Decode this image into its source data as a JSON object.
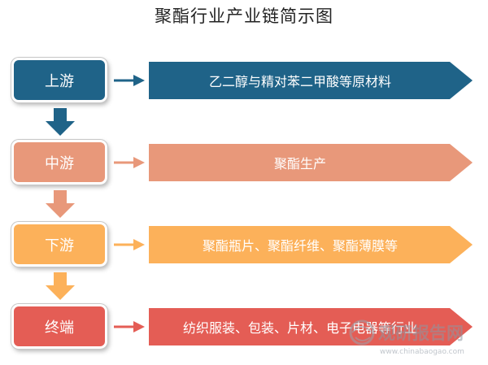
{
  "title": "聚酯行业产业链简示图",
  "stages": [
    {
      "label": "上游",
      "color": "#1f6388",
      "desc": "乙二醇与精对苯二甲酸等原材料"
    },
    {
      "label": "中游",
      "color": "#e8987a",
      "desc": "聚酯生产"
    },
    {
      "label": "下游",
      "color": "#fcb15a",
      "desc": "聚酯瓶片、聚酯纤维、聚酯薄膜等"
    },
    {
      "label": "终端",
      "color": "#e45d55",
      "desc": "纺织服装、包装、片材、电子电器等行业"
    }
  ],
  "watermark": {
    "name": "观研报告网",
    "url": "www.chinabaogao.com"
  }
}
